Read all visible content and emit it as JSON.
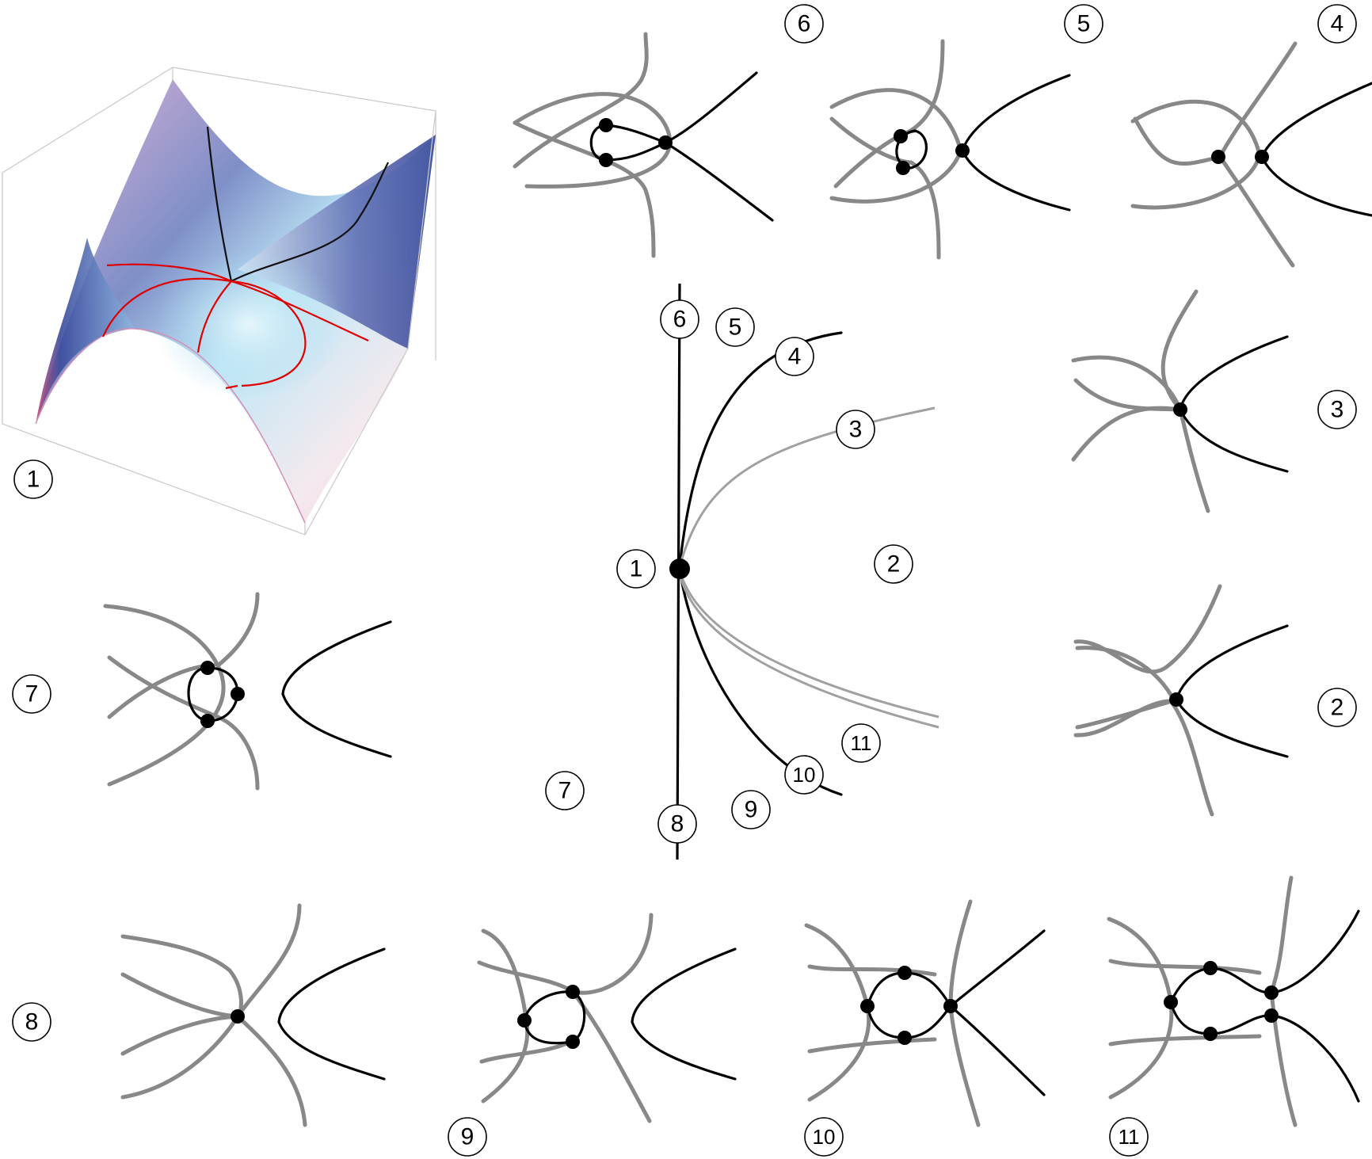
{
  "labels": {
    "l1": "1",
    "l2": "2",
    "l3": "3",
    "l4": "4",
    "l5": "5",
    "l6": "6",
    "l7": "7",
    "l8": "8",
    "l9": "9",
    "l10": "10",
    "l11": "11"
  },
  "colors": {
    "gray_curve": "#888888",
    "black_curve": "#000000",
    "red_curve": "#e00000",
    "surface_dark": "#3a4a9a",
    "surface_light": "#bfe6f5",
    "surface_pink": "#e9b9d6"
  }
}
